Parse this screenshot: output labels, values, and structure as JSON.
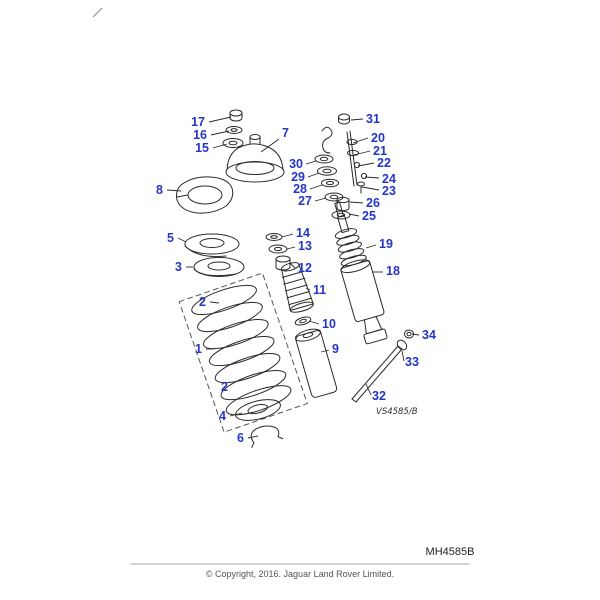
{
  "diagram": {
    "callout_color": "#2436c8",
    "drawing_ref": "VS4585/B",
    "callouts": [
      {
        "label": "17"
      },
      {
        "label": "16"
      },
      {
        "label": "15"
      },
      {
        "label": "7"
      },
      {
        "label": "8"
      },
      {
        "label": "31"
      },
      {
        "label": "20"
      },
      {
        "label": "21"
      },
      {
        "label": "22"
      },
      {
        "label": "24"
      },
      {
        "label": "23"
      },
      {
        "label": "30"
      },
      {
        "label": "29"
      },
      {
        "label": "28"
      },
      {
        "label": "27"
      },
      {
        "label": "26"
      },
      {
        "label": "25"
      },
      {
        "label": "5"
      },
      {
        "label": "14"
      },
      {
        "label": "13"
      },
      {
        "label": "12"
      },
      {
        "label": "3"
      },
      {
        "label": "19"
      },
      {
        "label": "18"
      },
      {
        "label": "11"
      },
      {
        "label": "2"
      },
      {
        "label": "1"
      },
      {
        "label": "10"
      },
      {
        "label": "9"
      },
      {
        "label": "2"
      },
      {
        "label": "34"
      },
      {
        "label": "33"
      },
      {
        "label": "32"
      },
      {
        "label": "4"
      },
      {
        "label": "6"
      }
    ]
  },
  "footer": {
    "figure_code": "MH4585B",
    "copyright": "© Copyright, 2016. Jaguar Land Rover Limited."
  }
}
